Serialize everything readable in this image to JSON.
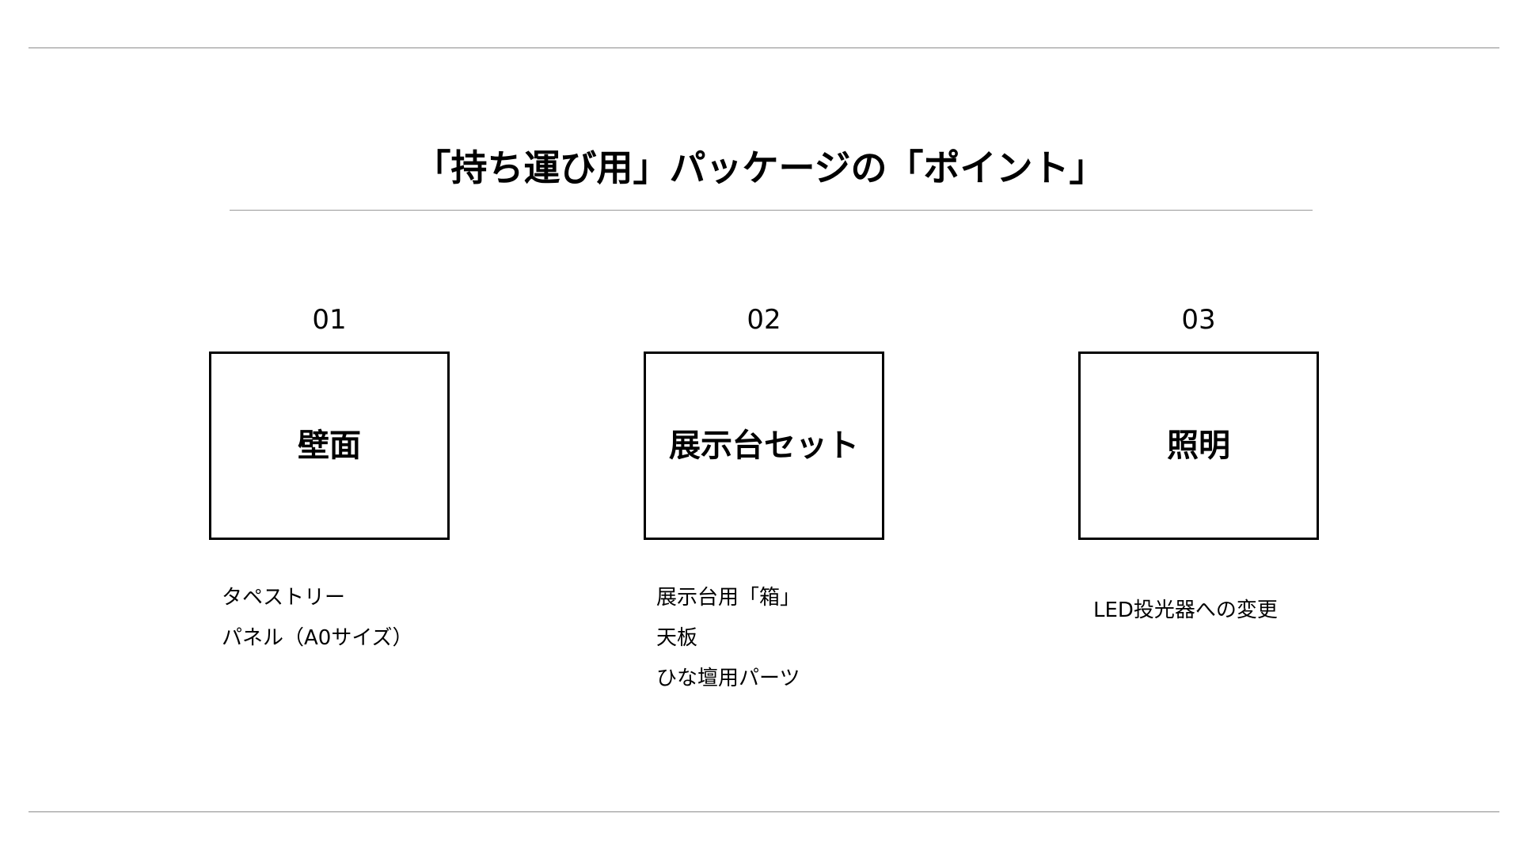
{
  "title": "「持ち運び用」パッケージの「ポイント」",
  "points": [
    {
      "number": "01",
      "label": "壁面",
      "details": [
        "タペストリー",
        "パネル（A0サイズ）"
      ]
    },
    {
      "number": "02",
      "label": "展示台セット",
      "details": [
        "展示台用「箱」",
        "天板",
        "ひな壇用パーツ"
      ]
    },
    {
      "number": "03",
      "label": "照明",
      "details": [
        "LED投光器への変更"
      ]
    }
  ],
  "colors": {
    "text": "#000000",
    "rule": "#8c8c8c",
    "background": "#ffffff"
  }
}
